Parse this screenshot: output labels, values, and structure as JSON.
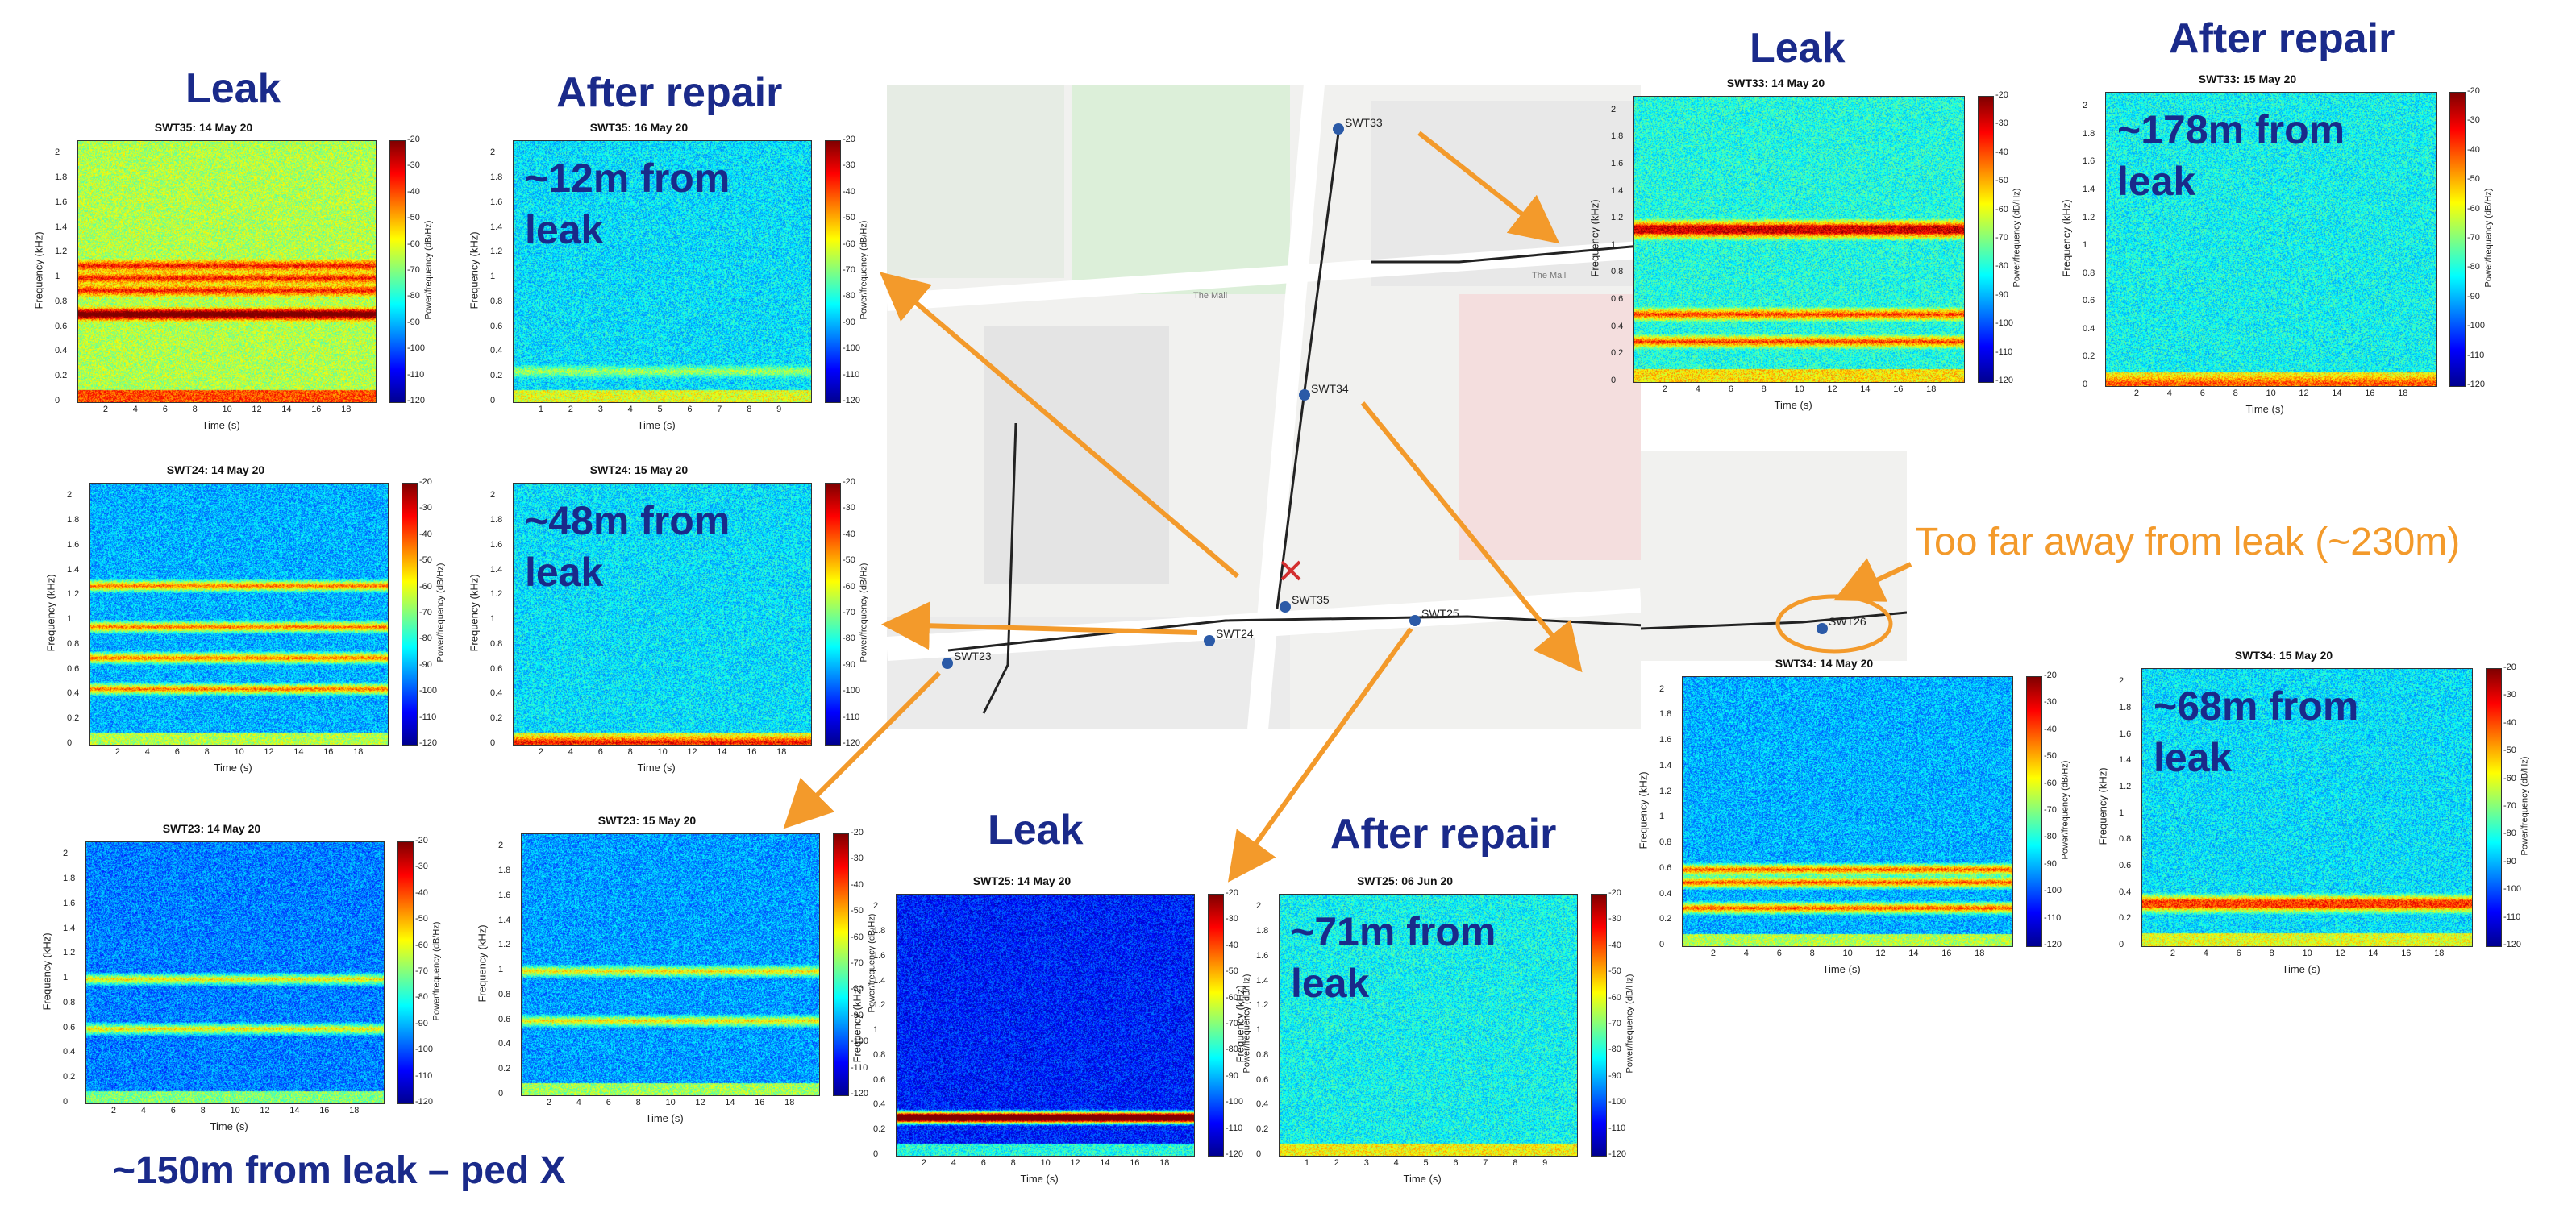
{
  "headings": {
    "leak_left": "Leak",
    "repair_left": "After repair",
    "leak_right": "Leak",
    "repair_right": "After repair",
    "leak_bottom": "Leak",
    "repair_bottom": "After repair"
  },
  "notes": {
    "too_far": "Too far away from leak (~230m)",
    "ped_x": "~150m from leak – ped X"
  },
  "axis": {
    "freq_label": "Frequency (kHz)",
    "time_label": "Time (s)",
    "power_label": "Power/frequency (dB/Hz)",
    "freq_ticks": [
      "0",
      "0.2",
      "0.4",
      "0.6",
      "0.8",
      "1",
      "1.2",
      "1.4",
      "1.6",
      "1.8",
      "2"
    ],
    "time_ticks_long": [
      "2",
      "4",
      "6",
      "8",
      "10",
      "12",
      "14",
      "16",
      "18"
    ],
    "time_ticks_short": [
      "1",
      "2",
      "3",
      "4",
      "5",
      "6",
      "7",
      "8",
      "9"
    ],
    "cbar_ticks": [
      "-20",
      "-30",
      "-40",
      "-50",
      "-60",
      "-70",
      "-80",
      "-90",
      "-100",
      "-110",
      "-120"
    ]
  },
  "map_labels": {
    "swt33": "SWT33",
    "swt34": "SWT34",
    "swt35": "SWT35",
    "swt24": "SWT24",
    "swt25": "SWT25",
    "swt23": "SWT23",
    "swt26": "SWT26",
    "the_mall": "The Mall"
  },
  "spectrograms": [
    {
      "id": "swt35-leak",
      "title": "SWT35: 14 May 20",
      "overlay": "",
      "time": "long",
      "noise": 0.55,
      "bands": [
        0.7,
        0.72,
        1.0,
        1.1,
        0.9
      ],
      "band_level": 0.95
    },
    {
      "id": "swt35-repair",
      "title": "SWT35: 16 May 20",
      "overlay": "~12m from\nleak",
      "time": "short",
      "noise": 0.35,
      "bands": [
        0.25
      ],
      "band_level": 0.6
    },
    {
      "id": "swt24-leak",
      "title": "SWT24: 14 May 20",
      "overlay": "",
      "time": "long",
      "noise": 0.3,
      "bands": [
        1.28,
        0.7,
        0.95,
        0.45
      ],
      "band_level": 0.9
    },
    {
      "id": "swt24-repair",
      "title": "SWT24: 15 May 20",
      "overlay": "~48m from\nleak",
      "time": "long",
      "noise": 0.35,
      "bands": [
        0.02
      ],
      "band_level": 0.7
    },
    {
      "id": "swt23-leak",
      "title": "SWT23: 14 May 20",
      "overlay": "",
      "time": "long",
      "noise": 0.25,
      "bands": [
        1.0,
        0.6
      ],
      "band_level": 0.75
    },
    {
      "id": "swt23-repair",
      "title": "SWT23: 15 May 20",
      "overlay": "",
      "time": "long",
      "noise": 0.28,
      "bands": [
        1.0,
        0.6
      ],
      "band_level": 0.75
    },
    {
      "id": "swt25-leak",
      "title": "SWT25: 14 May 20",
      "overlay": "",
      "time": "long",
      "noise": 0.15,
      "bands": [
        0.3,
        0.32
      ],
      "band_level": 1.0
    },
    {
      "id": "swt25-repair",
      "title": "SWT25: 06 Jun 20",
      "overlay": "~71m from\nleak",
      "time": "short",
      "noise": 0.38,
      "bands": [],
      "band_level": 0.5
    },
    {
      "id": "swt33-leak",
      "title": "SWT33: 14 May 20",
      "overlay": "",
      "time": "long",
      "noise": 0.4,
      "bands": [
        1.15,
        1.1,
        0.5,
        0.3
      ],
      "band_level": 0.95
    },
    {
      "id": "swt33-repair",
      "title": "SWT33: 15 May 20",
      "overlay": "~178m from\nleak",
      "time": "long",
      "noise": 0.38,
      "bands": [
        0.02
      ],
      "band_level": 0.6
    },
    {
      "id": "swt34-leak",
      "title": "SWT34: 14 May 20",
      "overlay": "",
      "time": "long",
      "noise": 0.3,
      "bands": [
        0.6,
        0.5,
        0.3
      ],
      "band_level": 0.95
    },
    {
      "id": "swt34-repair",
      "title": "SWT34: 15 May 20",
      "overlay": "~68m from\nleak",
      "time": "long",
      "noise": 0.35,
      "bands": [
        0.35,
        0.3
      ],
      "band_level": 0.85
    }
  ],
  "colors": {
    "heading": "#1a2a8a",
    "arrow": "#f39a2b",
    "pipe": "#222222"
  }
}
